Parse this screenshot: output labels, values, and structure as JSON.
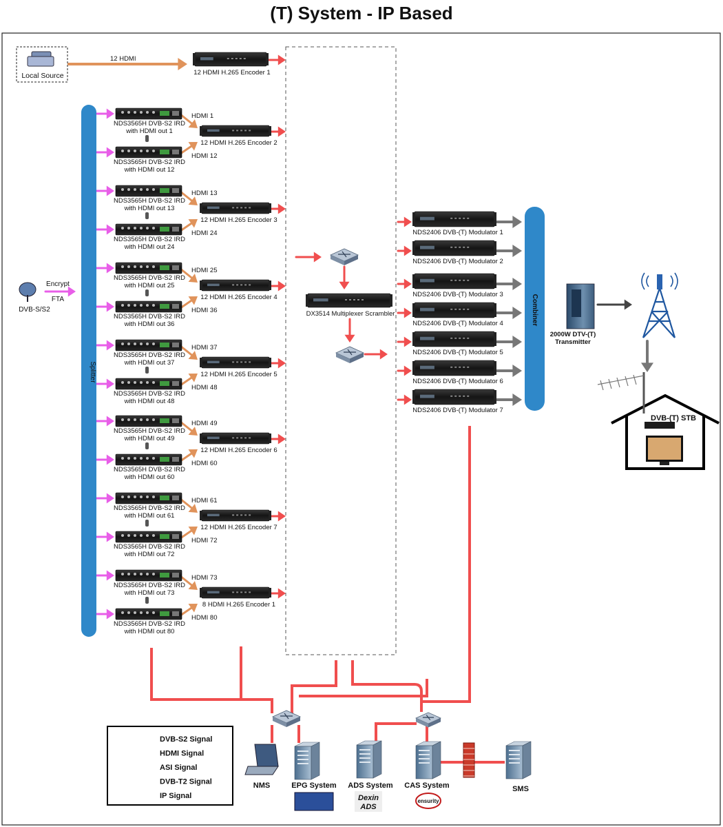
{
  "title": "(T) System - IP Based",
  "colors": {
    "dvbs2": "#e85ee8",
    "hdmi": "#e0935b",
    "asi": "#6b6be8",
    "dvbt2": "#777777",
    "ip": "#f04e4e",
    "splitter": "#2f88c9",
    "combiner": "#2f88c9",
    "label_blue": "#1f64a8"
  },
  "local_source": {
    "label": "Local Source",
    "link_label": "12 HDMI",
    "encoder_label": "12 HDMI H.265 Encoder 1"
  },
  "dvb_source": {
    "label": "DVB-S/S2",
    "encrypt": "Encrypt",
    "fta": "FTA"
  },
  "splitter_label": "Splitter",
  "groups": [
    {
      "ird_a": [
        "NDS3565H DVB-S2 IRD",
        "with HDMI out  1"
      ],
      "ird_b": [
        "NDS3565H DVB-S2 IRD",
        "with HDMI out  12"
      ],
      "hdmi_a": "HDMI 1",
      "hdmi_b": "HDMI 12",
      "encoder": "12 HDMI H.265 Encoder 2"
    },
    {
      "ird_a": [
        "NDS3565H DVB-S2 IRD",
        "with HDMI out  13"
      ],
      "ird_b": [
        "NDS3565H DVB-S2 IRD",
        "with HDMI out  24"
      ],
      "hdmi_a": "HDMI 13",
      "hdmi_b": "HDMI 24",
      "encoder": "12 HDMI H.265 Encoder 3"
    },
    {
      "ird_a": [
        "NDS3565H DVB-S2 IRD",
        "with HDMI out  25"
      ],
      "ird_b": [
        "NDS3565H DVB-S2 IRD",
        "with HDMI out  36"
      ],
      "hdmi_a": "HDMI 25",
      "hdmi_b": "HDMI 36",
      "encoder": "12 HDMI H.265 Encoder 4"
    },
    {
      "ird_a": [
        "NDS3565H DVB-S2 IRD",
        "with HDMI out  37"
      ],
      "ird_b": [
        "NDS3565H DVB-S2 IRD",
        "with HDMI out  48"
      ],
      "hdmi_a": "HDMI 37",
      "hdmi_b": "HDMI 48",
      "encoder": "12 HDMI H.265 Encoder 5"
    },
    {
      "ird_a": [
        "NDS3565H DVB-S2 IRD",
        "with HDMI out  49"
      ],
      "ird_b": [
        "NDS3565H DVB-S2 IRD",
        "with HDMI out  60"
      ],
      "hdmi_a": "HDMI 49",
      "hdmi_b": "HDMI 60",
      "encoder": "12 HDMI H.265 Encoder 6"
    },
    {
      "ird_a": [
        "NDS3565H DVB-S2 IRD",
        "with HDMI out  61"
      ],
      "ird_b": [
        "NDS3565H DVB-S2 IRD",
        "with HDMI out  72"
      ],
      "hdmi_a": "HDMI 61",
      "hdmi_b": "HDMI 72",
      "encoder": "12 HDMI H.265 Encoder 7"
    },
    {
      "ird_a": [
        "NDS3565H DVB-S2 IRD",
        "with HDMI out  73"
      ],
      "ird_b": [
        "NDS3565H DVB-S2 IRD",
        "with HDMI out  80"
      ],
      "hdmi_a": "HDMI 73",
      "hdmi_b": "HDMI 80",
      "encoder": "8 HDMI H.265 Encoder 1"
    }
  ],
  "multiplexer_label": "DX3514 Multiplexer Scrambler",
  "modulators": [
    "NDS2406 DVB-(T) Modulator 1",
    "NDS2406 DVB-(T) Modulator 2",
    "NDS2406 DVB-(T) Modulator 3",
    "NDS2406 DVB-(T) Modulator 4",
    "NDS2406 DVB-(T) Modulator 5",
    "NDS2406 DVB-(T) Modulator 6",
    "NDS2406 DVB-(T) Modulator 7"
  ],
  "combiner_label": "Combiner",
  "transmitter_label": [
    "2000W DTV-(T)",
    "Transmitter"
  ],
  "stb_label": "DVB-(T) STB",
  "systems": {
    "nms": "NMS",
    "epg": "EPG System",
    "ads": "ADS System",
    "cas": "CAS System",
    "sms": "SMS"
  },
  "logos": {
    "dexin": "Dexin",
    "ads": "ADS",
    "ensurity": "ensurity"
  },
  "legend": [
    {
      "label": "DVB-S2 Signal",
      "color": "#e85ee8"
    },
    {
      "label": "HDMI Signal",
      "color": "#e0935b"
    },
    {
      "label": "ASI Signal",
      "color": "#6b6be8"
    },
    {
      "label": "DVB-T2 Signal",
      "color": "#777777"
    },
    {
      "label": "IP Signal",
      "color": "#f04e4e"
    }
  ]
}
